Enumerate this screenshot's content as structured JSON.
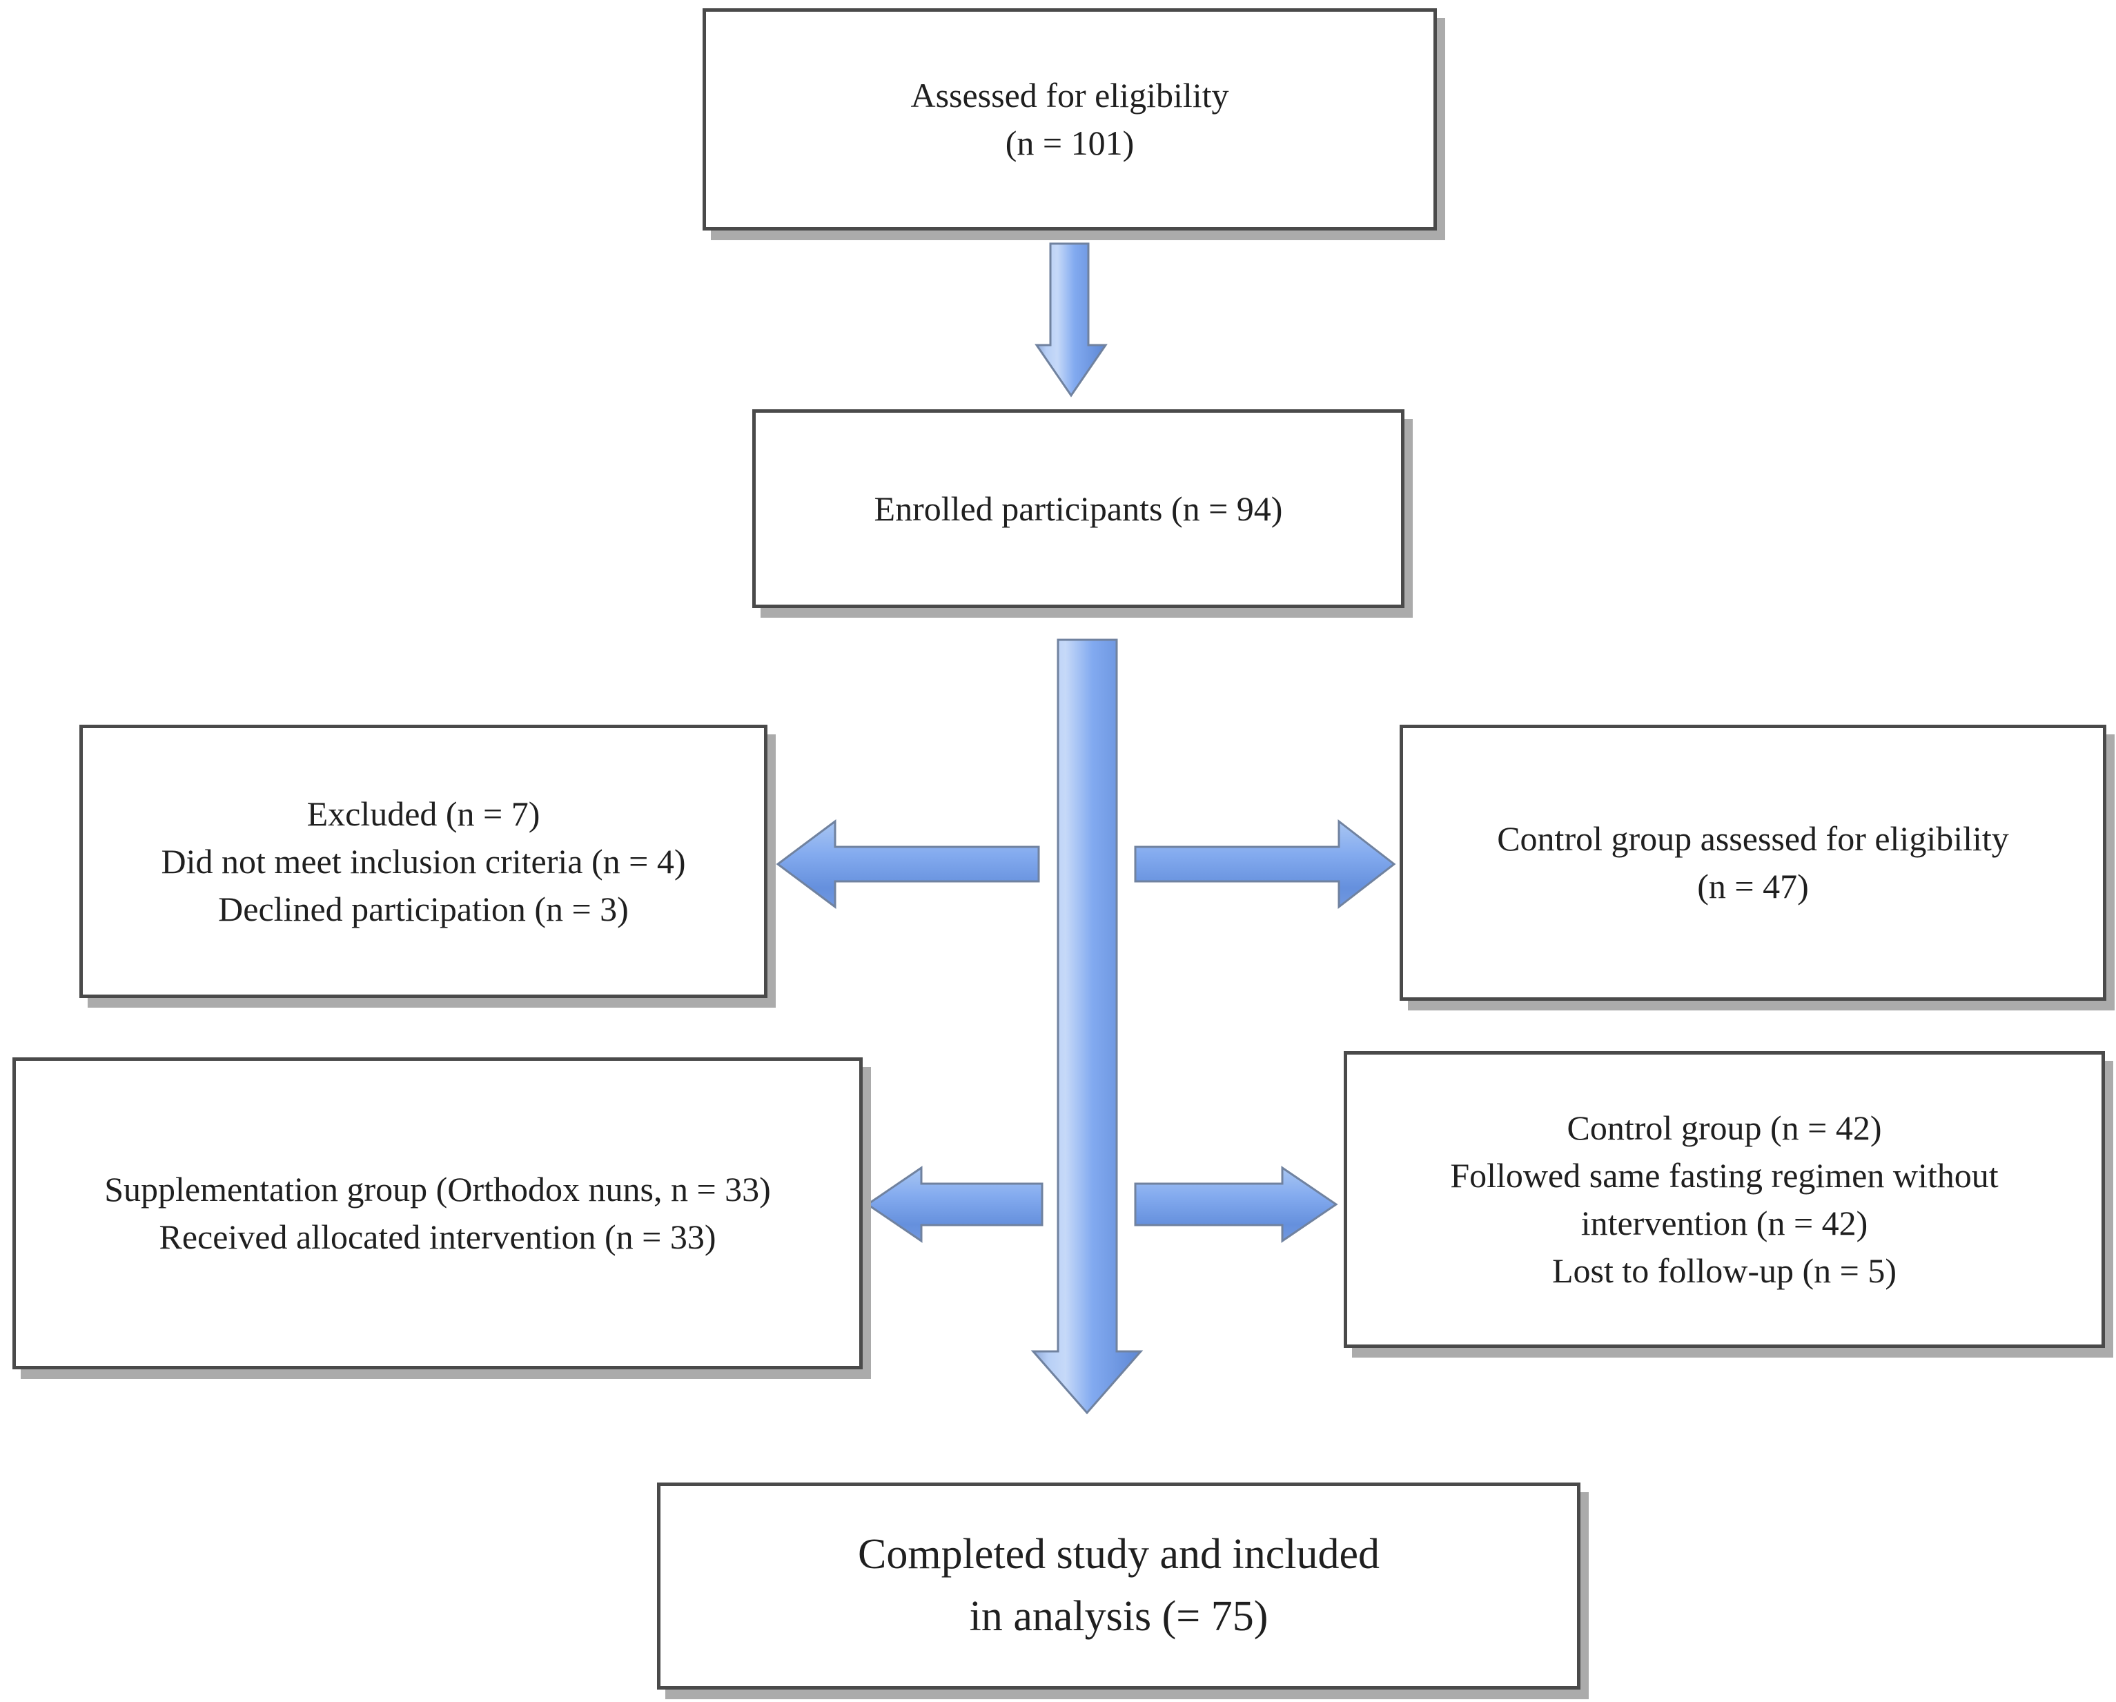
{
  "figure": {
    "type": "flow-diagram",
    "background": "#ffffff"
  },
  "colors": {
    "box_border": "#4a4a4a",
    "box_shadow": "#ababab",
    "text": "#1f1f1f",
    "arrow_fill_light": "#c2d6f8",
    "arrow_fill_mid": "#82aaf0",
    "arrow_fill_dark": "#6590dd",
    "arrow_border": "#70829f"
  },
  "boxes": {
    "assessed": {
      "lines": [
        "Assessed for eligibility",
        "(n = 101)"
      ]
    },
    "enrolled": {
      "lines": [
        "Enrolled participants (n = 94)"
      ]
    },
    "excluded": {
      "lines": [
        "Excluded (n = 7)",
        "Did not meet inclusion criteria (n = 4)",
        "Declined participation (n = 3)"
      ]
    },
    "control_assessed": {
      "lines": [
        "Control group assessed for eligibility",
        "(n = 47)"
      ]
    },
    "supplementation": {
      "lines": [
        "Supplementation group (Orthodox nuns, n = 33)",
        "Received allocated intervention (n = 33)"
      ]
    },
    "control_group": {
      "lines": [
        "Control group (n = 42)",
        "Followed same fasting regimen without",
        "intervention (n = 42)",
        "Lost to follow-up (n = 5)"
      ]
    },
    "completed": {
      "lines": [
        "Completed study and included",
        "in analysis (= 75)"
      ]
    }
  },
  "arrows": [
    {
      "name": "arrow-assessed-to-enrolled",
      "direction": "down"
    },
    {
      "name": "arrow-main-flow-down",
      "direction": "down"
    },
    {
      "name": "arrow-to-excluded",
      "direction": "left"
    },
    {
      "name": "arrow-to-control-assessed",
      "direction": "right"
    },
    {
      "name": "arrow-to-supplementation",
      "direction": "left"
    },
    {
      "name": "arrow-to-control-group",
      "direction": "right"
    }
  ]
}
